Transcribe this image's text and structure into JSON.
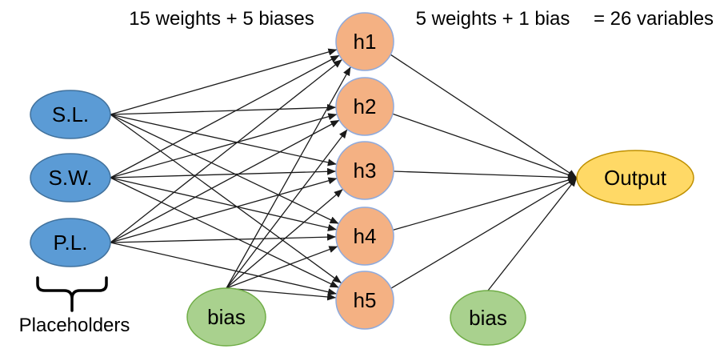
{
  "diagram": {
    "annotations": {
      "hidden_params": "15 weights + 5 biases",
      "output_params": "5 weights + 1 bias",
      "total": "= 26 variables",
      "input_group": "Placeholders"
    },
    "nodes": {
      "inputs": [
        {
          "id": "in0",
          "label": "S.L."
        },
        {
          "id": "in1",
          "label": "S.W."
        },
        {
          "id": "in2",
          "label": "P.L."
        }
      ],
      "hidden": [
        {
          "id": "h1",
          "label": "h1"
        },
        {
          "id": "h2",
          "label": "h2"
        },
        {
          "id": "h3",
          "label": "h3"
        },
        {
          "id": "h4",
          "label": "h4"
        },
        {
          "id": "h5",
          "label": "h5"
        }
      ],
      "biases": [
        {
          "id": "b1",
          "label": "bias"
        },
        {
          "id": "b2",
          "label": "bias"
        }
      ],
      "output": {
        "id": "out",
        "label": "Output"
      }
    },
    "edges": [
      {
        "from": "in0",
        "to": "h1"
      },
      {
        "from": "in0",
        "to": "h2"
      },
      {
        "from": "in0",
        "to": "h3"
      },
      {
        "from": "in0",
        "to": "h4"
      },
      {
        "from": "in0",
        "to": "h5"
      },
      {
        "from": "in1",
        "to": "h1"
      },
      {
        "from": "in1",
        "to": "h2"
      },
      {
        "from": "in1",
        "to": "h3"
      },
      {
        "from": "in1",
        "to": "h4"
      },
      {
        "from": "in1",
        "to": "h5"
      },
      {
        "from": "in2",
        "to": "h1"
      },
      {
        "from": "in2",
        "to": "h2"
      },
      {
        "from": "in2",
        "to": "h3"
      },
      {
        "from": "in2",
        "to": "h4"
      },
      {
        "from": "in2",
        "to": "h5"
      },
      {
        "from": "b1",
        "to": "h1"
      },
      {
        "from": "b1",
        "to": "h2"
      },
      {
        "from": "b1",
        "to": "h3"
      },
      {
        "from": "b1",
        "to": "h4"
      },
      {
        "from": "b1",
        "to": "h5"
      },
      {
        "from": "h1",
        "to": "out"
      },
      {
        "from": "h2",
        "to": "out"
      },
      {
        "from": "h3",
        "to": "out"
      },
      {
        "from": "h4",
        "to": "out"
      },
      {
        "from": "h5",
        "to": "out"
      },
      {
        "from": "b2",
        "to": "out"
      }
    ],
    "colors": {
      "input_fill": "#5B9BD5",
      "input_stroke": "#41719C",
      "hidden_fill": "#F4B183",
      "hidden_stroke": "#8FAADC",
      "bias_fill": "#A9D18E",
      "bias_stroke": "#70AD47",
      "output_fill": "#FFD966",
      "output_stroke": "#BF9000",
      "edge": "#1A1A1A",
      "text": "#000000"
    }
  }
}
